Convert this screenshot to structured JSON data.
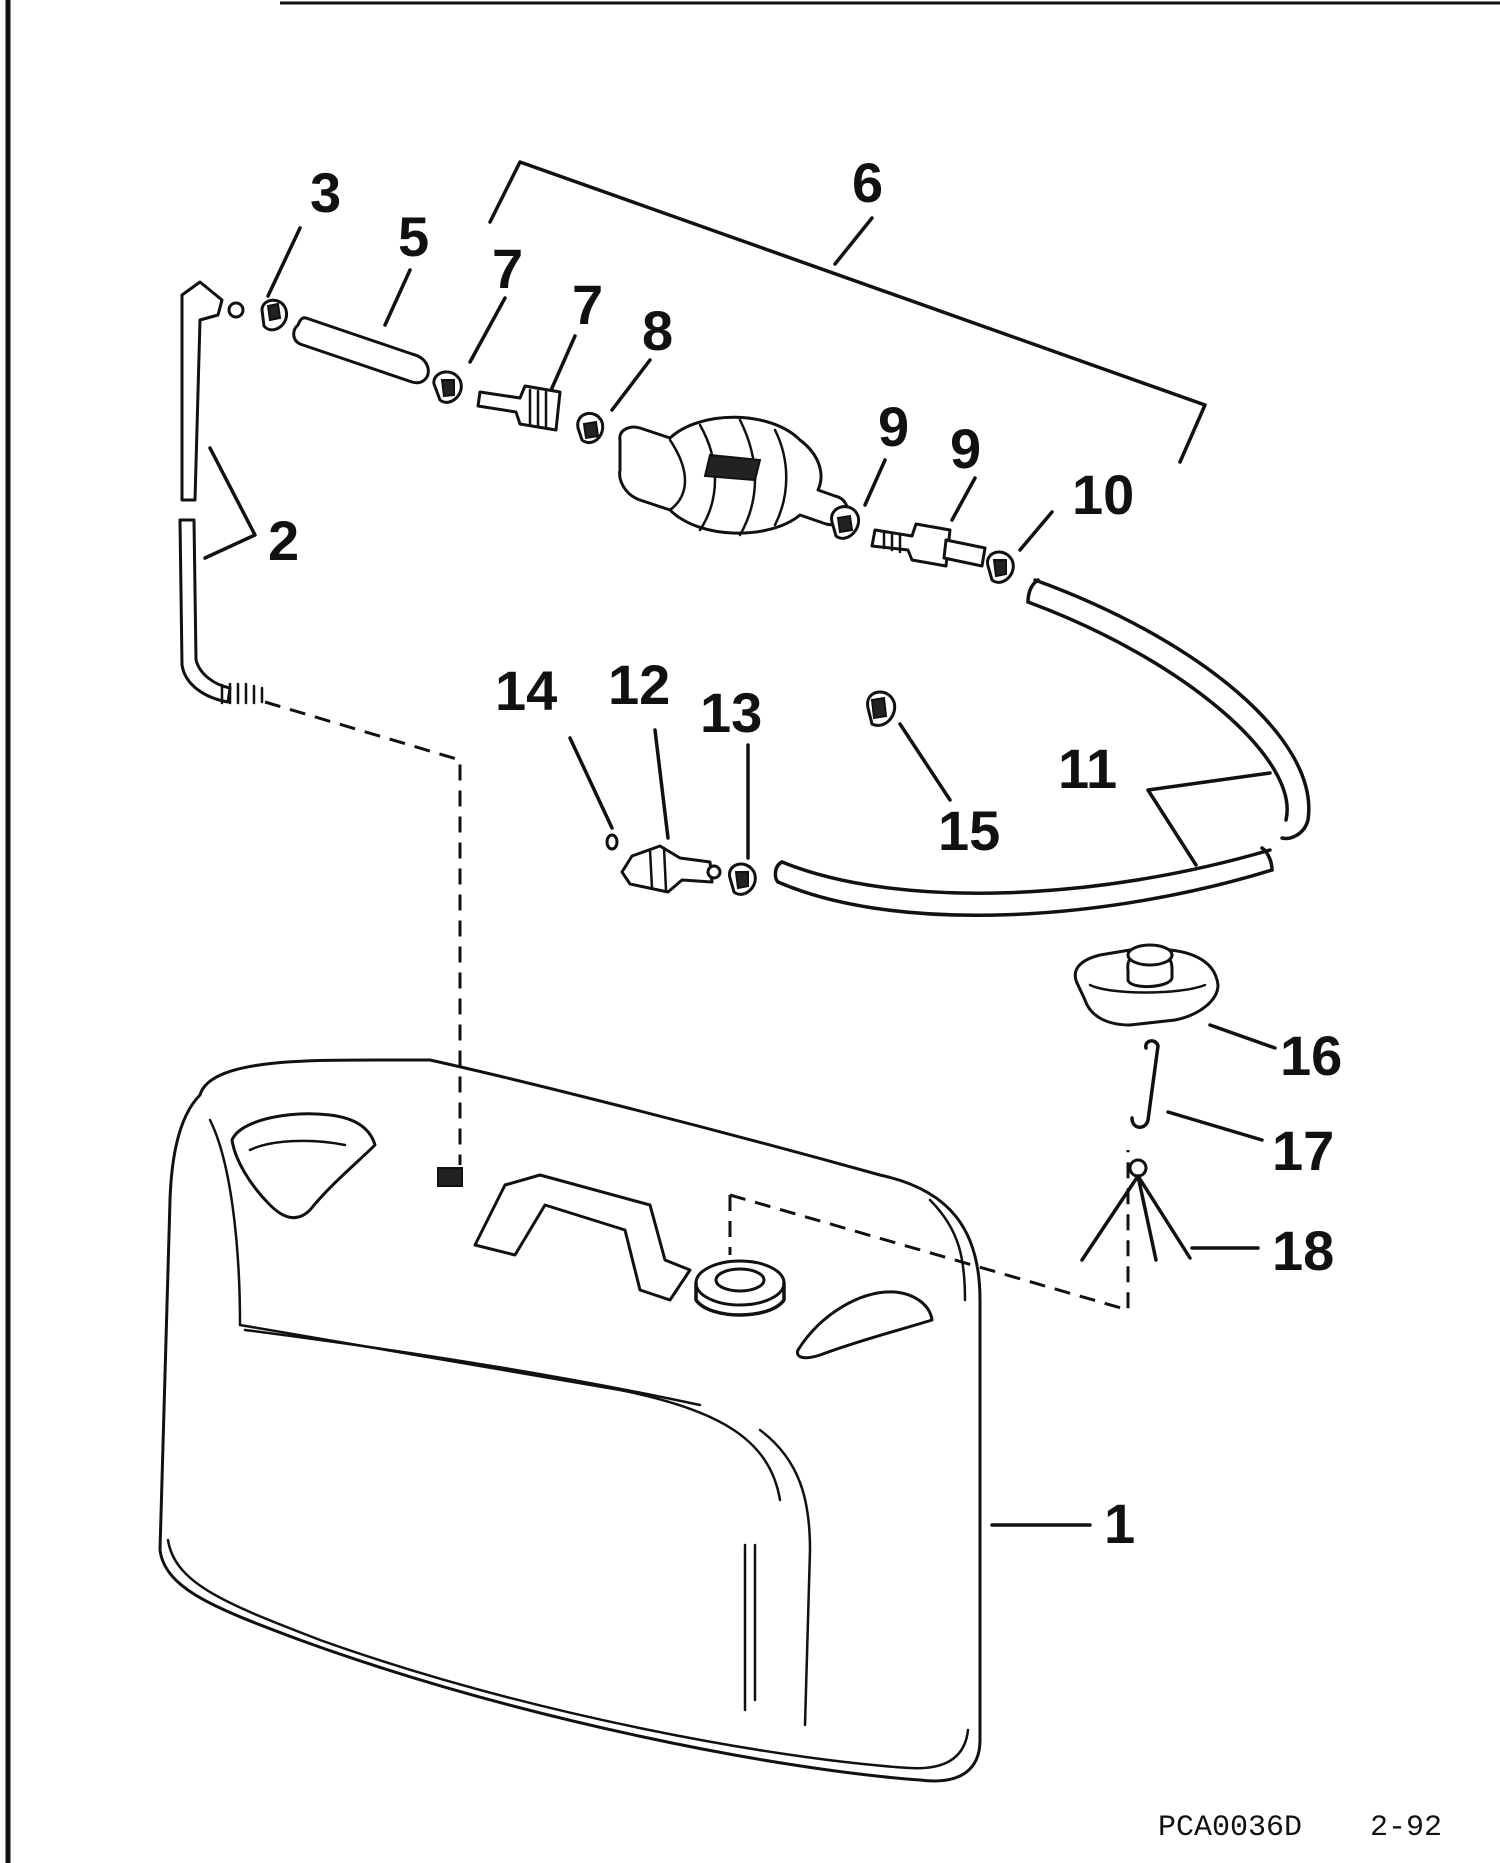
{
  "diagram": {
    "callouts": [
      {
        "id": "1",
        "text": "1"
      },
      {
        "id": "2",
        "text": "2"
      },
      {
        "id": "3",
        "text": "3"
      },
      {
        "id": "5",
        "text": "5"
      },
      {
        "id": "6",
        "text": "6"
      },
      {
        "id": "7a",
        "text": "7"
      },
      {
        "id": "7b",
        "text": "7"
      },
      {
        "id": "8",
        "text": "8"
      },
      {
        "id": "9a",
        "text": "9"
      },
      {
        "id": "9b",
        "text": "9"
      },
      {
        "id": "10",
        "text": "10"
      },
      {
        "id": "11",
        "text": "11"
      },
      {
        "id": "12",
        "text": "12"
      },
      {
        "id": "13",
        "text": "13"
      },
      {
        "id": "14",
        "text": "14"
      },
      {
        "id": "15",
        "text": "15"
      },
      {
        "id": "16",
        "text": "16"
      },
      {
        "id": "17",
        "text": "17"
      },
      {
        "id": "18",
        "text": "18"
      }
    ],
    "footer": {
      "drawing_code": "PCA0036D",
      "date_code": "2-92"
    }
  }
}
